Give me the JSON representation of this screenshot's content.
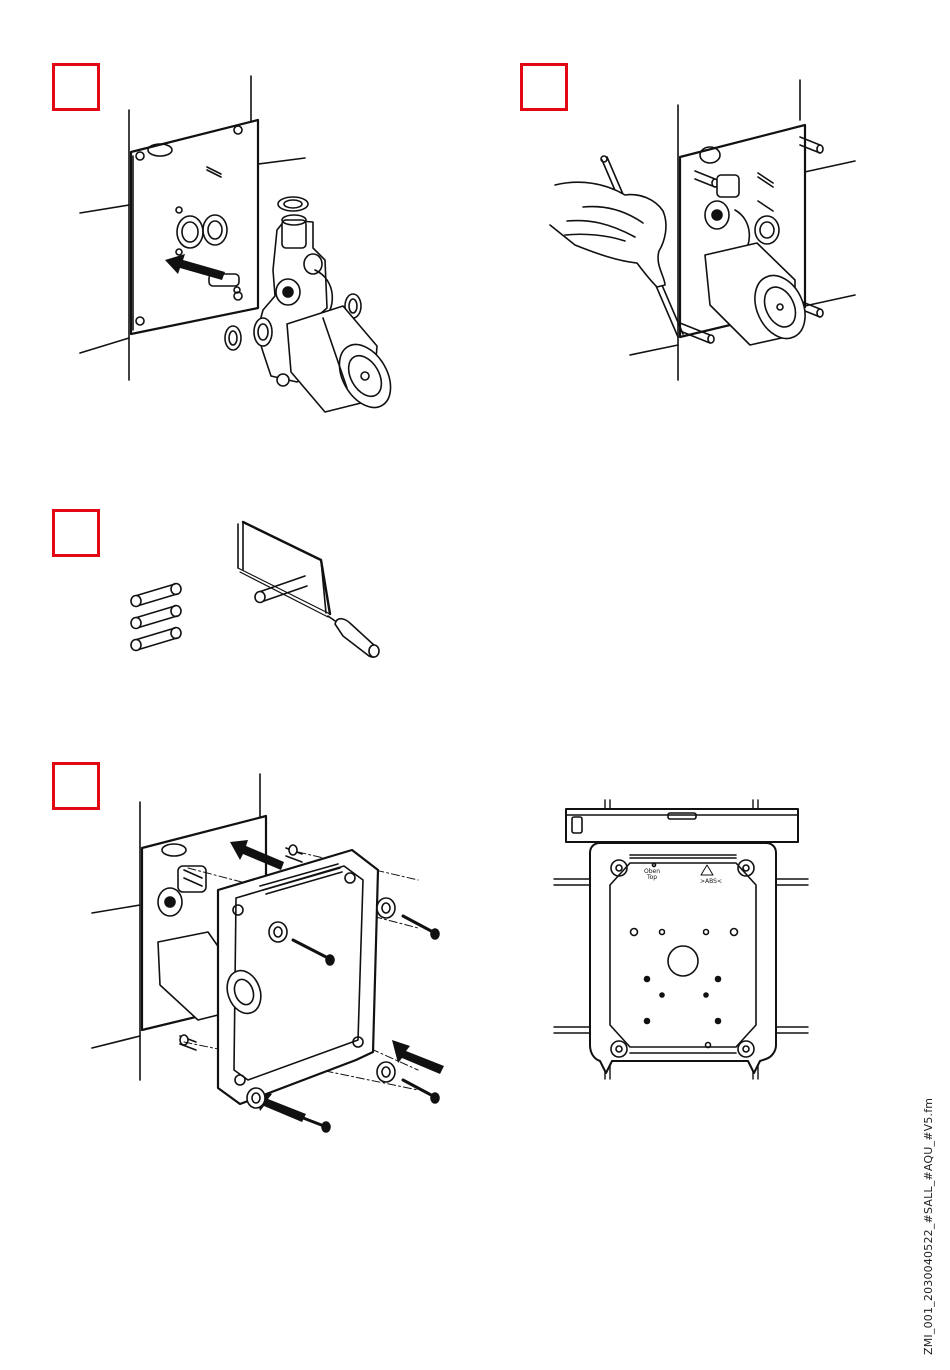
{
  "steps": [
    {
      "id": "step-1",
      "number": ""
    },
    {
      "id": "step-2",
      "number": ""
    },
    {
      "id": "step-3",
      "number": ""
    },
    {
      "id": "step-4",
      "number": ""
    }
  ],
  "colors": {
    "step_box": "#e30613",
    "line": "#111111"
  },
  "mounting_plate": {
    "label_oben": "Oben",
    "label_top": "Top",
    "label_mark": ">ABS<"
  },
  "document_code": "ZMI_001_2030040522_#SALL_#AQU_#V5.fm"
}
